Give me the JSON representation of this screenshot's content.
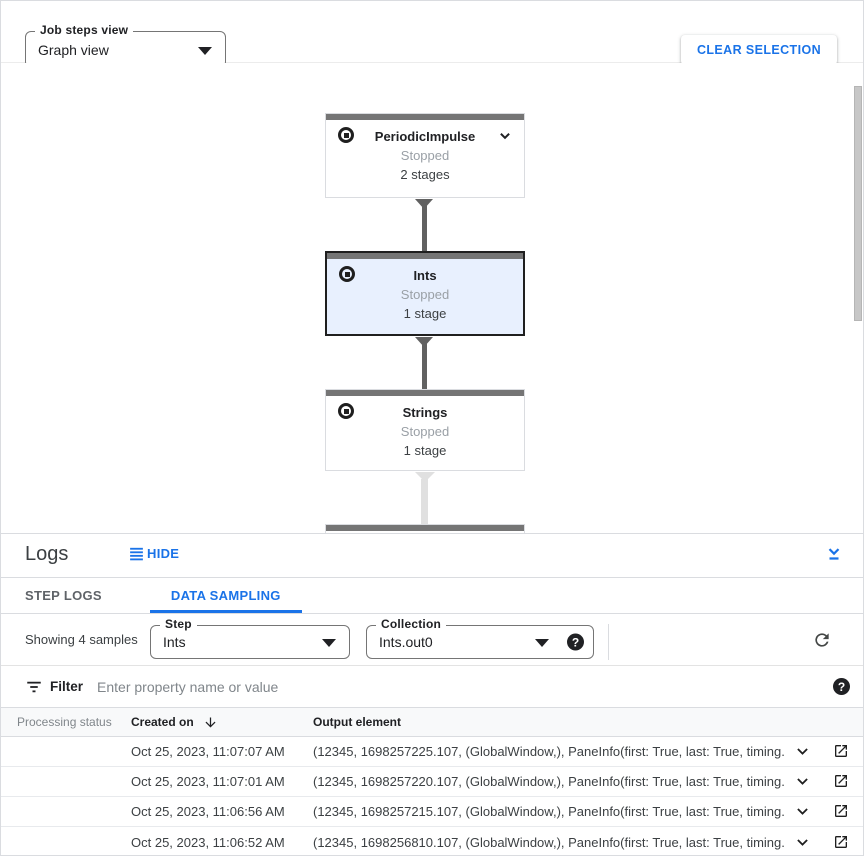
{
  "toolbar": {
    "job_steps_label": "Job steps view",
    "job_steps_value": "Graph view",
    "clear_selection_label": "CLEAR SELECTION"
  },
  "graph": {
    "nodes": [
      {
        "name": "PeriodicImpulse",
        "status": "Stopped",
        "stages": "2 stages",
        "selected": false,
        "expandable": true
      },
      {
        "name": "Ints",
        "status": "Stopped",
        "stages": "1 stage",
        "selected": true,
        "expandable": false
      },
      {
        "name": "Strings",
        "status": "Stopped",
        "stages": "1 stage",
        "selected": false,
        "expandable": false
      }
    ]
  },
  "logs": {
    "title": "Logs",
    "hide_label": "HIDE",
    "tabs": {
      "step_logs": "STEP LOGS",
      "data_sampling": "DATA SAMPLING",
      "active": "DATA SAMPLING"
    },
    "showing_text": "Showing 4 samples",
    "step_label": "Step",
    "step_value": "Ints",
    "collection_label": "Collection",
    "collection_value": "Ints.out0",
    "help_glyph": "?"
  },
  "filter": {
    "label": "Filter",
    "placeholder": "Enter property name or value"
  },
  "table": {
    "headers": {
      "status": "Processing status",
      "created": "Created on",
      "output": "Output element"
    },
    "sort": {
      "column": "Created on",
      "direction": "desc"
    },
    "rows": [
      {
        "created": "Oct 25, 2023, 11:07:07 AM",
        "output": "(12345, 1698257225.107, (GlobalWindow,), PaneInfo(first: True, last: True, timing..."
      },
      {
        "created": "Oct 25, 2023, 11:07:01 AM",
        "output": "(12345, 1698257220.107, (GlobalWindow,), PaneInfo(first: True, last: True, timing..."
      },
      {
        "created": "Oct 25, 2023, 11:06:56 AM",
        "output": "(12345, 1698257215.107, (GlobalWindow,), PaneInfo(first: True, last: True, timing..."
      },
      {
        "created": "Oct 25, 2023, 11:06:52 AM",
        "output": "(12345, 1698256810.107, (GlobalWindow,), PaneInfo(first: True, last: True, timing..."
      }
    ]
  },
  "colors": {
    "accent_blue": "#1a73e8",
    "selected_node_bg": "#e8f0fe",
    "node_topbar": "#757575",
    "status_stopped_text": "#9aa0a6",
    "edge_dark": "#616161",
    "edge_light": "#e0e0e0",
    "table_header_bg": "#f8f9fa"
  }
}
